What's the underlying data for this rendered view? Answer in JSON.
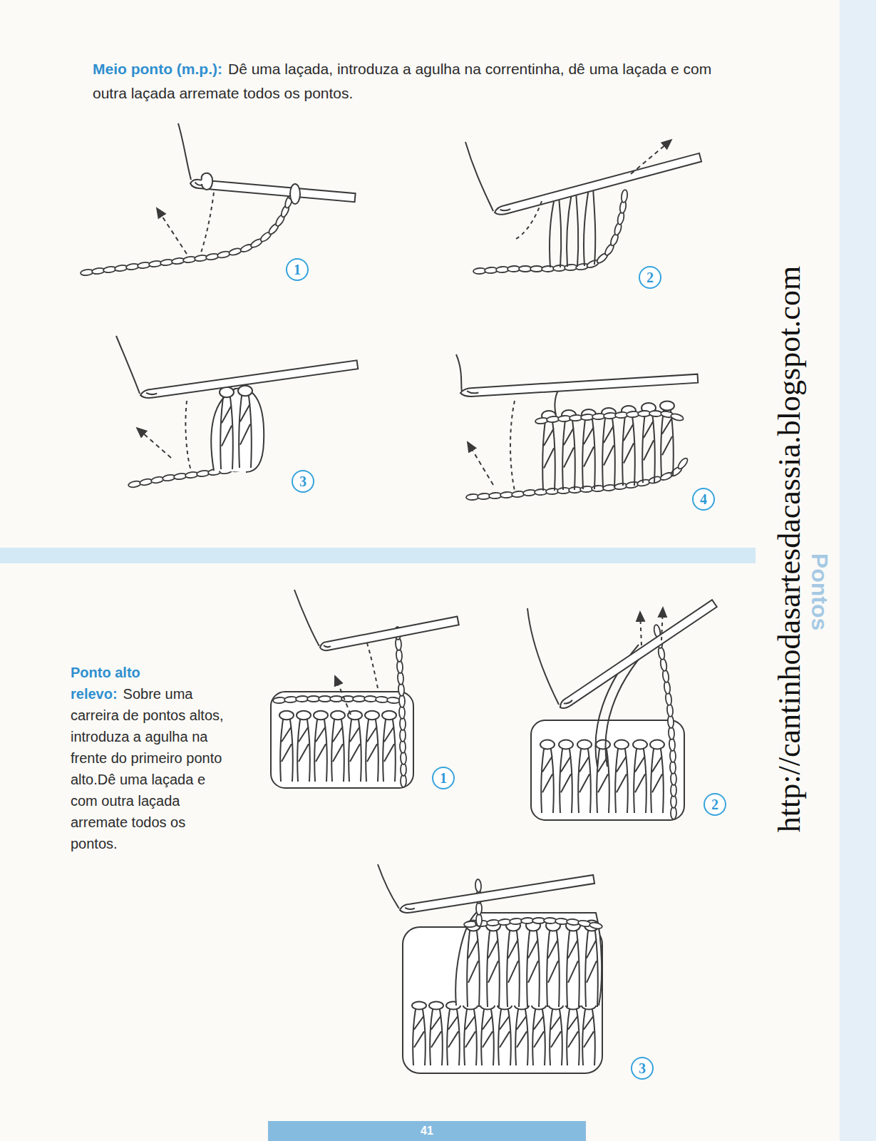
{
  "diagram": {
    "nodes": [
      {
        "text": [
          "1"
        ]
      },
      {
        "text": [
          "2"
        ]
      },
      {
        "text": [
          "3"
        ]
      },
      {
        "text": [
          "4"
        ]
      },
      {
        "text": [
          "1"
        ]
      },
      {
        "text": [
          "2"
        ]
      },
      {
        "text": [
          "3"
        ]
      },
      {
        "text": [
          "41"
        ]
      }
    ],
    "labels": [
      "Meio ponto (m.p.):",
      "Dê uma laçada, introduza a agulha na correntinha, dê uma laçada e com outra laçada arremate todos os pontos.",
      "Ponto alto relevo:",
      "Sobre uma carreira de pontos altos, introduza a agulha na frente do primeiro ponto alto.Dê uma laçada e com outra laçada arremate todos os pontos.",
      "http://cantinhodasartesdacassia.blogspot.com",
      "Pontos"
    ]
  }
}
